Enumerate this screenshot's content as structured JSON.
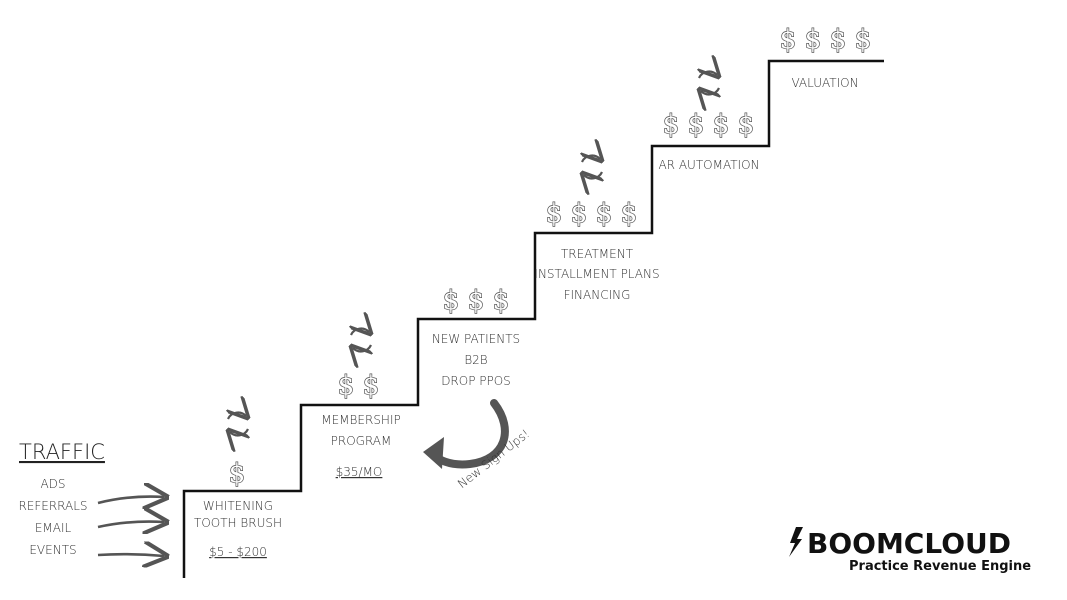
{
  "traffic": {
    "heading": "TRAFFIC",
    "sources": [
      "ADS",
      "REFERRALS",
      "EMAIL",
      "EVENTS"
    ]
  },
  "steps": [
    {
      "lines": [
        "WHITENING",
        "TOOTH BRUSH"
      ],
      "price": "$5 - $200",
      "dollars": 1,
      "recurring": true
    },
    {
      "lines": [
        "MEMBERSHIP",
        "PROGRAM"
      ],
      "price": "$35/MO",
      "dollars": 2,
      "recurring": true
    },
    {
      "lines": [
        "NEW PATIENTS",
        "B2B",
        "DROP PPOS"
      ],
      "price": "",
      "dollars": 3,
      "recurring": false
    },
    {
      "lines": [
        "TREATMENT",
        "INSTALLMENT PLANS",
        "FINANCING"
      ],
      "price": "",
      "dollars": 4,
      "recurring": true
    },
    {
      "lines": [
        "AR AUTOMATION"
      ],
      "price": "",
      "dollars": 4,
      "recurring": true
    },
    {
      "lines": [
        "VALUATION"
      ],
      "price": "",
      "dollars": 4,
      "recurring": false
    }
  ],
  "dollar_symbol": "$",
  "signup_arrow_label": "New Sign Ups!",
  "brand": {
    "name": "BOOMCLOUD",
    "tagline": "Practice Revenue Engine",
    "icon": "lightning-bolt-icon"
  },
  "colors": {
    "line": "#111111",
    "arrow": "#555555",
    "text": "#333333"
  }
}
